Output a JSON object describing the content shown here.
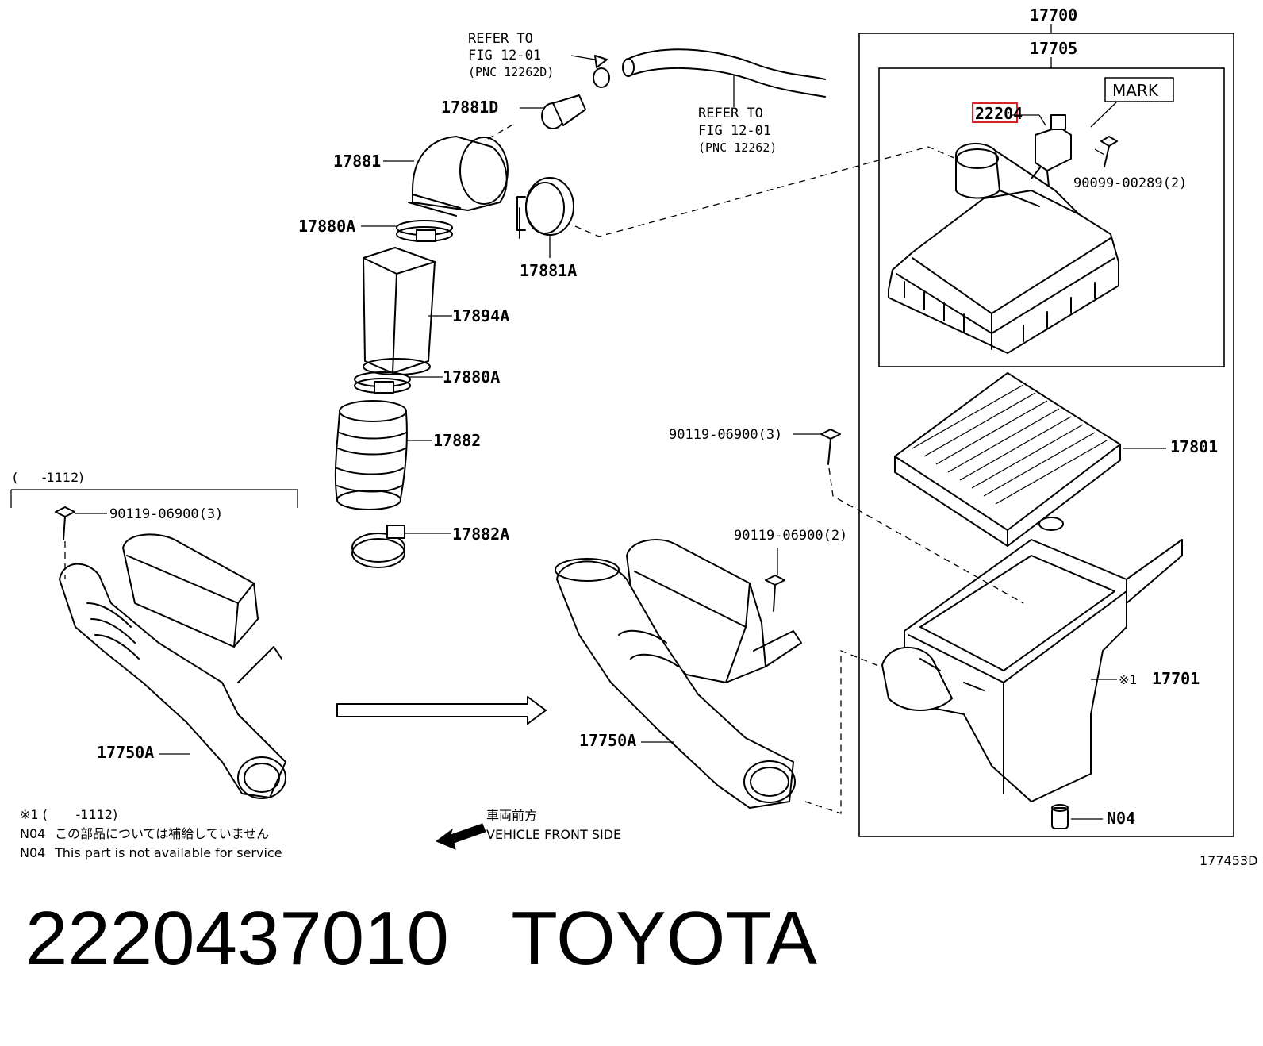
{
  "labels": {
    "l17700": "17700",
    "l17705": "17705",
    "l22204": "22204",
    "mark": "MARK",
    "l90099": "90099-00289(2)",
    "l17801": "17801",
    "l17701": "17701",
    "l17701_ref": "※1",
    "ln04": "N04",
    "l90119_a": "90119-06900(3)",
    "l90119_b": "90119-06900(2)",
    "l90119_c": "90119-06900(3)",
    "l17750a_1": "17750A",
    "l17750a_2": "17750A",
    "l17881d": "17881D",
    "l17881": "17881",
    "l17880a_1": "17880A",
    "l17880a_2": "17880A",
    "l17881a": "17881A",
    "l17894a": "17894A",
    "l17882": "17882",
    "l17882a": "17882A",
    "ref1_a": "REFER TO",
    "ref1_b": "FIG 12-01",
    "ref1_c": "(PNC 12262D)",
    "ref2_a": "REFER TO",
    "ref2_b": "FIG 12-01",
    "ref2_c": "(PNC 12262)",
    "range_left": "(      -1112)",
    "diagram_id": "177453D"
  },
  "notes": {
    "note1": "※1 (       -1112)",
    "note2_code": "N04",
    "note2_text": "この部品については補給していません",
    "note3_code": "N04",
    "note3_text": "This part is not available for service"
  },
  "direction": {
    "jp": "車両前方",
    "en": "VEHICLE FRONT SIDE"
  },
  "footer": {
    "title": "2220437010   TOYOTA"
  },
  "colors": {
    "highlight": "#e02020",
    "line": "#000000"
  }
}
